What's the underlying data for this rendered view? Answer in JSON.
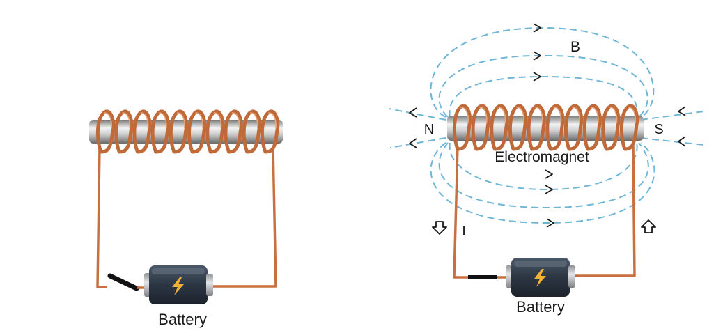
{
  "diagram": {
    "left": {
      "battery_label": "Battery"
    },
    "right": {
      "field_label": "B",
      "north_label": "N",
      "south_label": "S",
      "magnet_label": "Electromagnet",
      "current_label": "I",
      "battery_label": "Battery"
    }
  },
  "colors": {
    "wire": "#c8703f",
    "coil": "#c06a3a",
    "coil_dark": "#8a4422",
    "rod_light": "#e8e8e8",
    "rod_dark": "#6f6f6f",
    "field_line": "#6fb6d6",
    "battery_body": "#34404e",
    "battery_cap": "#b5b8bc",
    "bolt": "#f2b233",
    "switch": "#111111"
  },
  "icons": [
    "lightning-bolt-icon",
    "arrow-down-icon",
    "arrow-up-icon",
    "field-arrow-icon"
  ]
}
